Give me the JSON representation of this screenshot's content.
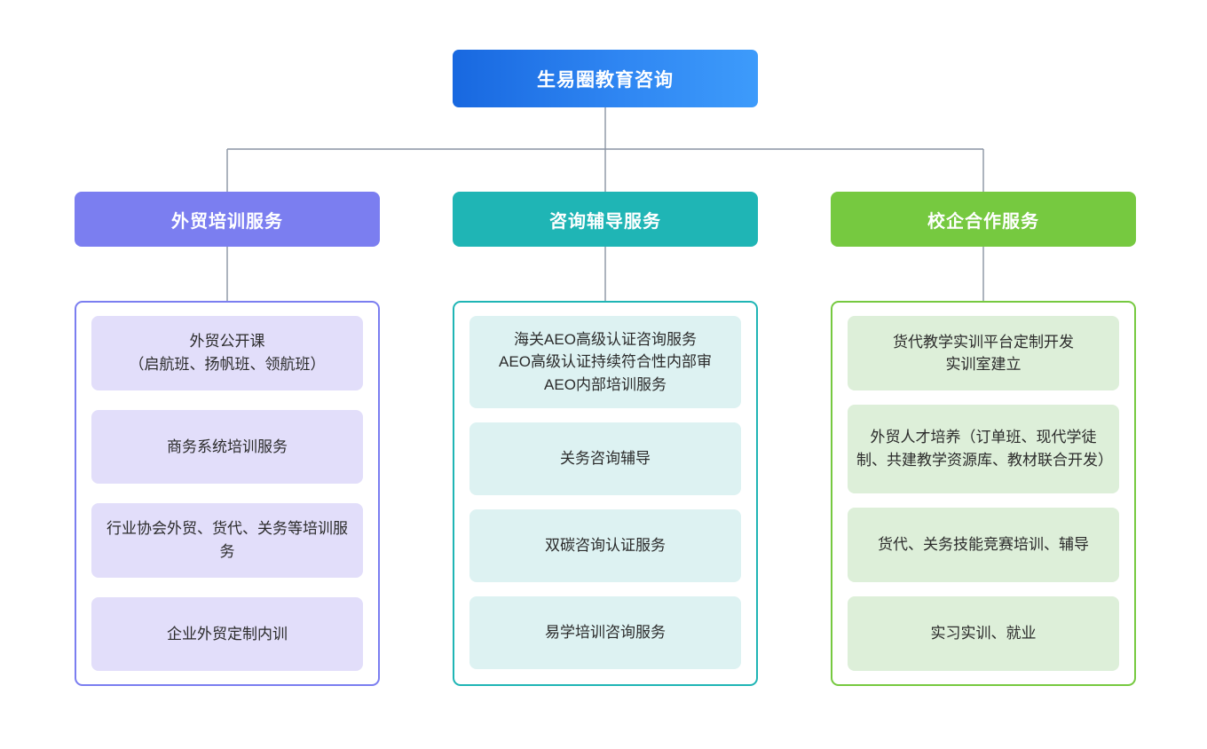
{
  "diagram": {
    "type": "org-chart",
    "root": {
      "label": "生易圈教育咨询",
      "color_from": "#1868e0",
      "color_to": "#3d9bfb"
    },
    "connector_color": "#8a93a3",
    "branches": [
      {
        "label": "外贸培训服务",
        "color": "#7b7ef0",
        "item_fill": "#e2defa",
        "items": [
          "外贸公开课\n（启航班、扬帆班、领航班）",
          "商务系统培训服务",
          "行业协会外贸、货代、关务等培训服务",
          "企业外贸定制内训"
        ]
      },
      {
        "label": "咨询辅导服务",
        "color": "#1fb5b5",
        "item_fill": "#ddf2f2",
        "items": [
          "海关AEO高级认证咨询服务\nAEO高级认证持续符合性内部审\nAEO内部培训服务",
          "关务咨询辅导",
          "双碳咨询认证服务",
          "易学培训咨询服务"
        ]
      },
      {
        "label": "校企合作服务",
        "color": "#76c940",
        "item_fill": "#ddefd9",
        "items": [
          "货代教学实训平台定制开发\n实训室建立",
          "外贸人才培养（订单班、现代学徒制、共建教学资源库、教材联合开发）",
          "货代、关务技能竞赛培训、辅导",
          "实习实训、就业"
        ]
      }
    ]
  }
}
